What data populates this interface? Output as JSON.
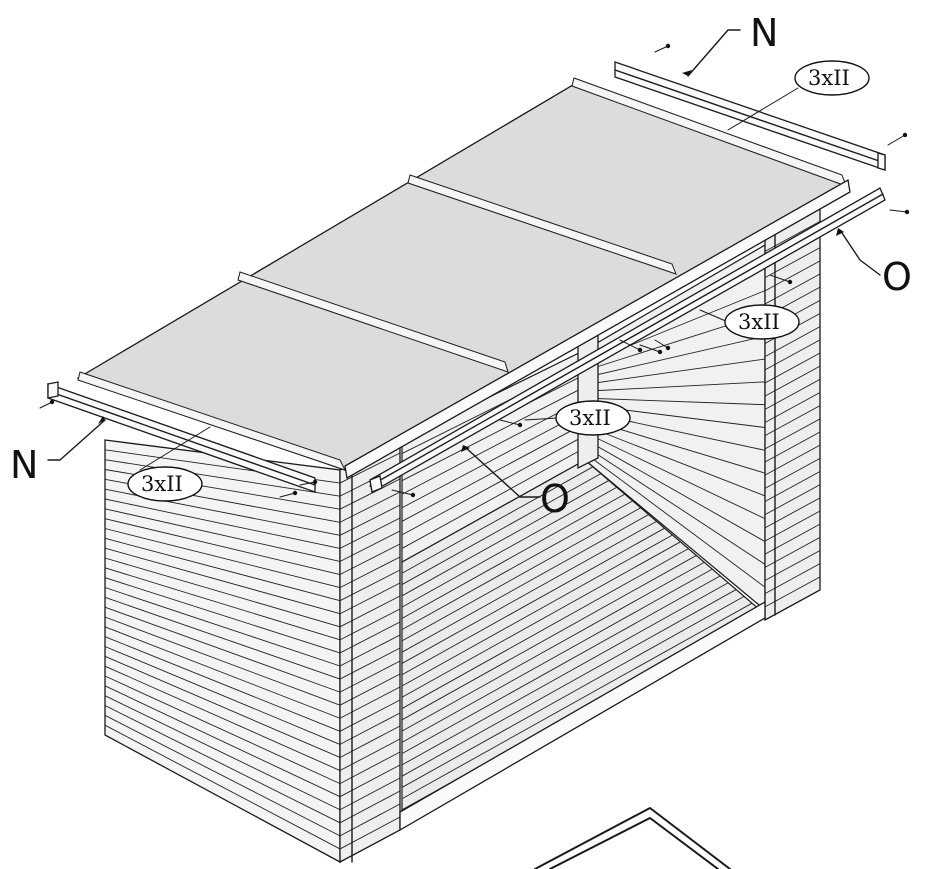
{
  "labels": {
    "part_n_top": "N",
    "part_n_left": "N",
    "part_o_right": "O",
    "part_o_front": "O"
  },
  "quantities": {
    "top_beam": "3xII",
    "right_beam": "3xII",
    "front_beam": "3xII",
    "left_beam": "3xII"
  },
  "colors": {
    "line": "#1a1a1a",
    "roof": "#dcdcdc",
    "wall": "#f4f4f4"
  }
}
